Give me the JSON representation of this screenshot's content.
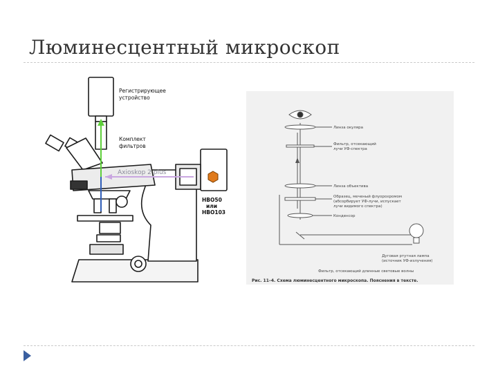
{
  "slide": {
    "title": "Люминесцентный микроскоп"
  },
  "microscope": {
    "labels": {
      "recorder": [
        "Регистрирующее",
        "устройство"
      ],
      "filters": [
        "Комплект",
        "фильтров"
      ],
      "brand": "Axioskop 2 plus",
      "lamp": [
        "HBO50",
        "или",
        "HBO103"
      ]
    },
    "colors": {
      "emission_path": "#5ecf3a",
      "excitation_path": "#2f5db8",
      "lamp_path": "#c9a6e0",
      "lamp": "#e07a1c"
    }
  },
  "schematic": {
    "labels": {
      "eyepiece": "Линза окуляра",
      "barrier": [
        "Фильтр, отсекающий",
        "лучи УФ-спектра"
      ],
      "objective": "Линза объектива",
      "specimen": [
        "Образец, меченый флуорохромом",
        "(абсорбирует УФ-лучи, испускает",
        "лучи видимого спектра)"
      ],
      "condenser": "Конденсор",
      "arc_lamp": [
        "Дуговая ртутная лампа",
        "(источник УФ-излучения)"
      ],
      "exciter": "Фильтр, отсекающий длинные световые волны"
    },
    "caption": "Рис. 11–4. Схема люминесцентного микроскопа. Пояснения в тексте."
  }
}
